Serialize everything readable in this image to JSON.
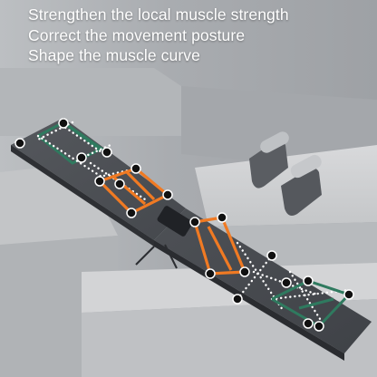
{
  "captions": [
    "Strengthen the local muscle strength",
    "Correct the movement posture",
    "Shape the muscle curve"
  ],
  "colors": {
    "board": "#4a4d52",
    "orange_lines": "#f07a23",
    "green_lines": "#2f7a5f",
    "white_dots": "#ffffff",
    "holes": "#111111",
    "handles": "#5a5d62"
  }
}
